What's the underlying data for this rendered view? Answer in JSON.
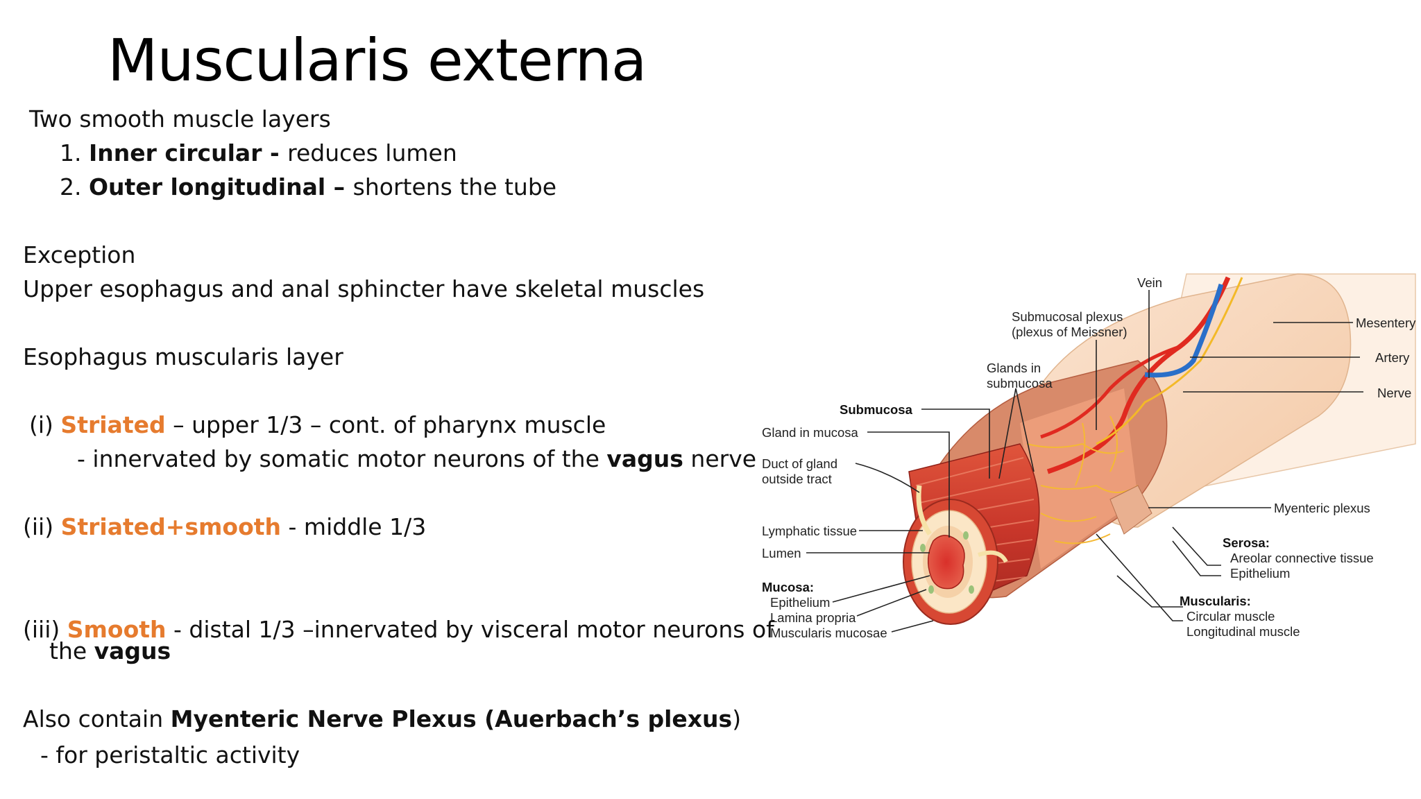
{
  "title": "Muscularis externa",
  "intro": "Two smooth muscle layers",
  "layers": [
    {
      "num": "1.",
      "name": "Inner circular",
      "sep": " - ",
      "desc": "reduces lumen"
    },
    {
      "num": "2.",
      "name": "Outer longitudinal",
      "sep": " – ",
      "desc": "shortens the tube"
    }
  ],
  "exception": {
    "heading": "Exception",
    "text": "Upper esophagus and anal sphincter have skeletal muscles"
  },
  "esophagus_heading": "Esophagus muscularis layer",
  "items": [
    {
      "prefix": "(i) ",
      "term": "Striated",
      "rest": " – upper  1/3 – cont. of pharynx muscle"
    },
    {
      "sub_pre": "-  innervated by somatic motor neurons of the ",
      "sub_bold": "vagus",
      "sub_post": " nerve"
    },
    {
      "prefix": "(ii) ",
      "term": "Striated+smooth",
      "rest": " - middle 1/3"
    },
    {
      "prefix": "(iii) ",
      "term": "Smooth",
      "rest": "  - distal 1/3 –innervated by visceral motor neurons of",
      "cont_pre": "the ",
      "cont_bold": "vagus"
    }
  ],
  "plexus": {
    "pre": "Also contain ",
    "bold": "Myenteric Nerve Plexus (Auerbach’s plexus",
    "post": ")",
    "note": "- for peristaltic activity"
  },
  "diagram": {
    "labels": {
      "vein": "Vein",
      "submucosal_plexus_1": "Submucosal plexus",
      "submucosal_plexus_2": "(plexus of Meissner)",
      "mesentery": "Mesentery",
      "artery": "Artery",
      "nerve": "Nerve",
      "glands_submucosa_1": "Glands in",
      "glands_submucosa_2": "submucosa",
      "submucosa": "Submucosa",
      "gland_mucosa": "Gland in mucosa",
      "duct_1": "Duct of gland",
      "duct_2": "outside tract",
      "myenteric_plexus": "Myenteric plexus",
      "lymphatic": "Lymphatic tissue",
      "lumen": "Lumen",
      "serosa": "Serosa:",
      "areolar": "Areolar connective tissue",
      "serosa_epithelium": "Epithelium",
      "mucosa": "Mucosa:",
      "mucosa_epithelium": "Epithelium",
      "lamina_propria": "Lamina propria",
      "muscularis_mucosae": "Muscularis mucosae",
      "muscularis": "Muscularis:",
      "circular_muscle": "Circular muscle",
      "longitudinal_muscle": "Longitudinal muscle"
    }
  }
}
